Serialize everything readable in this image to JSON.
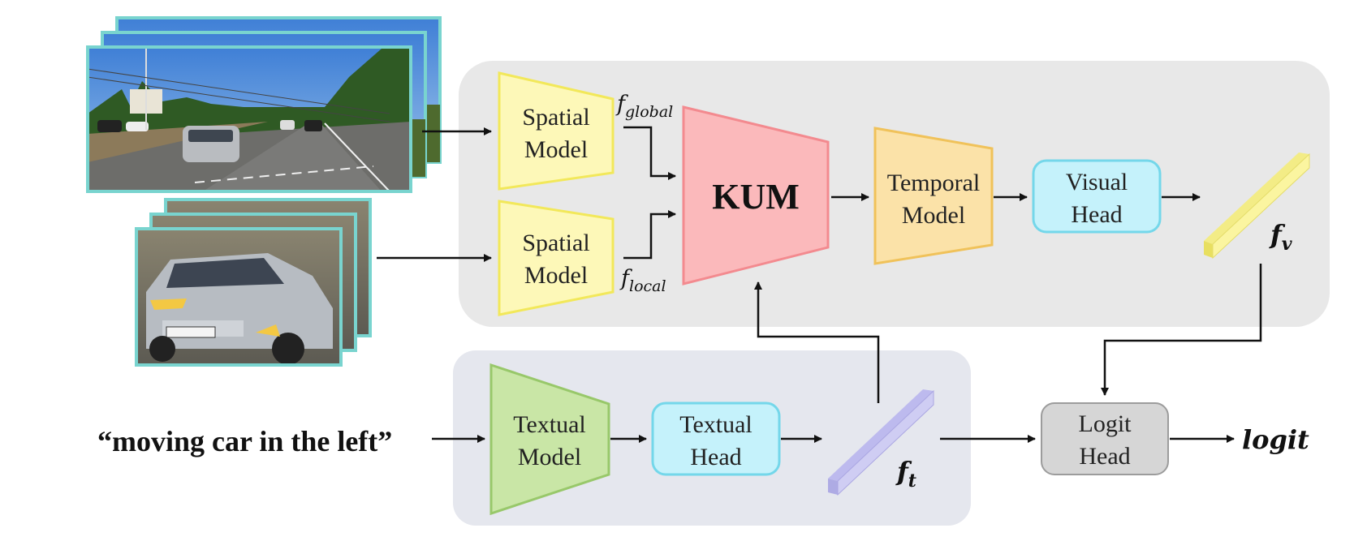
{
  "colors": {
    "visual_panel": "#e8e8e8",
    "text_panel": "#e5e7ee",
    "spatial_fill": "#fdf8b8",
    "spatial_stroke": "#f2e85a",
    "kum_fill": "#fbb9bb",
    "kum_stroke": "#f38a8f",
    "temporal_fill": "#fbe2a8",
    "temporal_stroke": "#f0c25a",
    "head_fill": "#c5f2fb",
    "head_stroke": "#74d7ea",
    "textual_model_fill": "#c9e6a6",
    "textual_model_stroke": "#98c86a",
    "logit_fill": "#d6d6d6",
    "logit_stroke": "#9c9c9c",
    "frame_border": "#79d4cf",
    "fv_bar": "#fbf5a0",
    "ft_bar": "#cfcdf3"
  },
  "inputs": {
    "query_text": "“moving car in the left”"
  },
  "blocks": {
    "spatial_top": [
      "Spatial",
      "Model"
    ],
    "spatial_bottom": [
      "Spatial",
      "Model"
    ],
    "kum": "KUM",
    "temporal": [
      "Temporal",
      "Model"
    ],
    "visual_head": [
      "Visual",
      "Head"
    ],
    "textual_model": [
      "Textual",
      "Model"
    ],
    "textual_head": [
      "Textual",
      "Head"
    ],
    "logit_head": [
      "Logit",
      "Head"
    ]
  },
  "features": {
    "f_global": {
      "base": "f",
      "sub": "global"
    },
    "f_local": {
      "base": "f",
      "sub": "local"
    },
    "f_v": {
      "base": "f",
      "sub": "v"
    },
    "f_t": {
      "base": "f",
      "sub": "t"
    }
  },
  "output": "logit"
}
